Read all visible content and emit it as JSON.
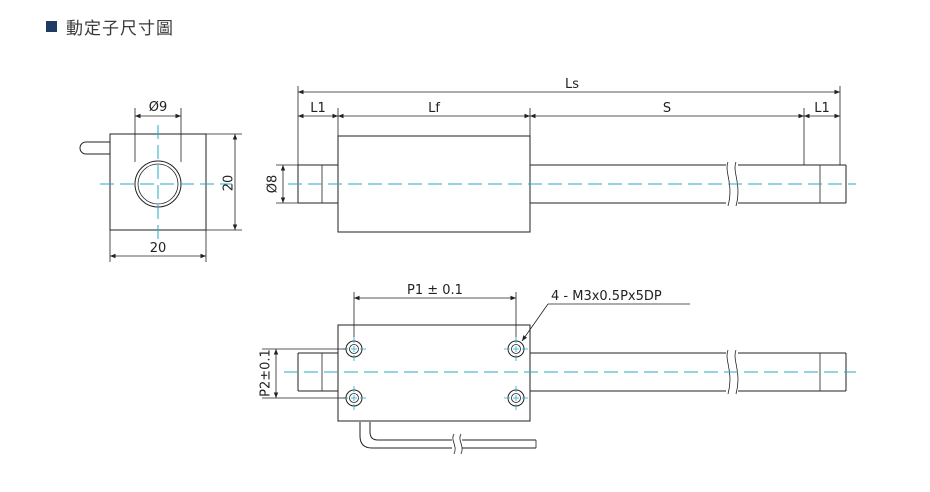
{
  "header": {
    "title": "動定子尺寸圖",
    "accent": "#1f3b63"
  },
  "center_line_color": "#2aa7c9",
  "front_view": {
    "hole_dim": "Ø9",
    "height_dim": "20",
    "width_dim": "20"
  },
  "side_view": {
    "total_length": "Ls",
    "end_left": "L1",
    "forcer_length": "Lf",
    "stroke": "S",
    "end_right": "L1",
    "shaft_dia": "Ø8"
  },
  "top_view": {
    "pitch_x": "P1 ± 0.1",
    "pitch_y": "P2±0.1",
    "hole_callout": "4 - M3x0.5Px5DP"
  }
}
